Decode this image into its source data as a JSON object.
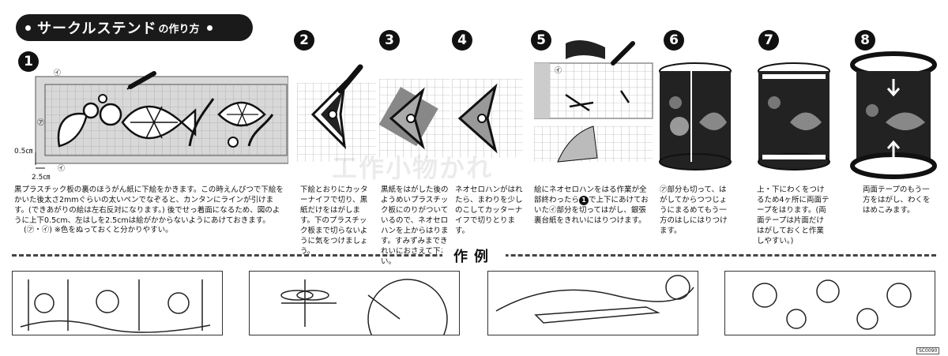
{
  "header": {
    "title_main": "サークルステンド",
    "title_sub": "の作り方"
  },
  "steps": [
    {
      "num": "1",
      "text": "黒プラスチック板の裏のほうがん紙に下絵をかきます。この時えんぴつで下絵をかいた後太さ2mmぐらいの太いペンでなぞると、カンタンにラインが引けます。(できあがりの絵は左右反対になります。) 後でせっ着面になるため、図のように上下0.5cm、左はしを2.5cmは絵がかからないようにあけておきます。",
      "note": "(㋐・㋑) ※色をぬっておくと分かりやすい。"
    },
    {
      "num": "2",
      "text": "下絵とおりにカッターナイフで切り、黒紙だけをはがします。下のプラスチック板まで切らないように気をつけましょう。"
    },
    {
      "num": "3",
      "text": "黒紙をはがした後のようめいプラスチック板にのりがついているので、ネオセロハンを上からはります。すみずみまできれいにおさえて下さい。"
    },
    {
      "num": "4",
      "text": "ネオセロハンがはれたら、まわりを少しのこしてカッターナイフで切りとります。"
    },
    {
      "num": "5",
      "text_a": "絵にネオセロハンをはる作業が全部終わったら",
      "text_b": "で上下にあけておいた㋑部分を切ってはがし、銀張裏台紙をきれいにはりつけます。"
    },
    {
      "num": "6",
      "text": "㋐部分も切って、はがしてからつつじょうにまるめてもう一方のはしにはりつけます。"
    },
    {
      "num": "7",
      "text": "上・下にわくをつけるため4ヶ所に両面テープをはります。(両面テープは片面だけはがしておくと作業しやすい。)"
    },
    {
      "num": "8",
      "text": "両面テープのもう一方をはがし、わくをはめこみます。"
    }
  ],
  "dimensions": {
    "top": "0.5㎝",
    "left": "2.5㎝"
  },
  "labels": {
    "a": "㋐",
    "i": "㋑"
  },
  "watermark": "工作小物かれ",
  "examples": {
    "title": "作例"
  },
  "code": "SC0090"
}
